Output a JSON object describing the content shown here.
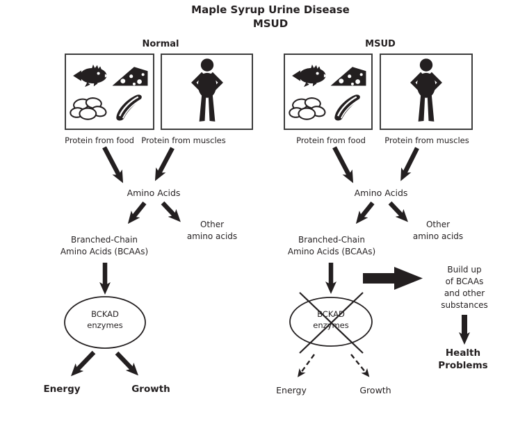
{
  "title": "Maple Syrup Urine Disease\nMSUD",
  "columns": {
    "normal": {
      "header": "Normal",
      "outcome_energy": "Energy",
      "outcome_growth": "Growth"
    },
    "msud": {
      "header": "MSUD",
      "outcome_energy": "Energy",
      "outcome_growth": "Growth",
      "build_up": "Build up\nof BCAAs\nand other\nsubstances",
      "health_problems": "Health\nProblems"
    }
  },
  "labels": {
    "protein_from_food": "Protein from food",
    "protein_from_muscles": "Protein from muscles",
    "amino_acids": "Amino Acids",
    "branched_chain": "Branched-Chain\nAmino Acids (BCAAs)",
    "other_amino_acids": "Other\namino acids",
    "bckad_enzymes": "BCKAD\nenzymes"
  },
  "icons": {
    "food": [
      "fish-icon",
      "cheese-icon",
      "eggs-icon",
      "meat-icon"
    ],
    "person": "person-icon"
  },
  "colors": {
    "ink": "#231f20",
    "background": "#ffffff"
  }
}
